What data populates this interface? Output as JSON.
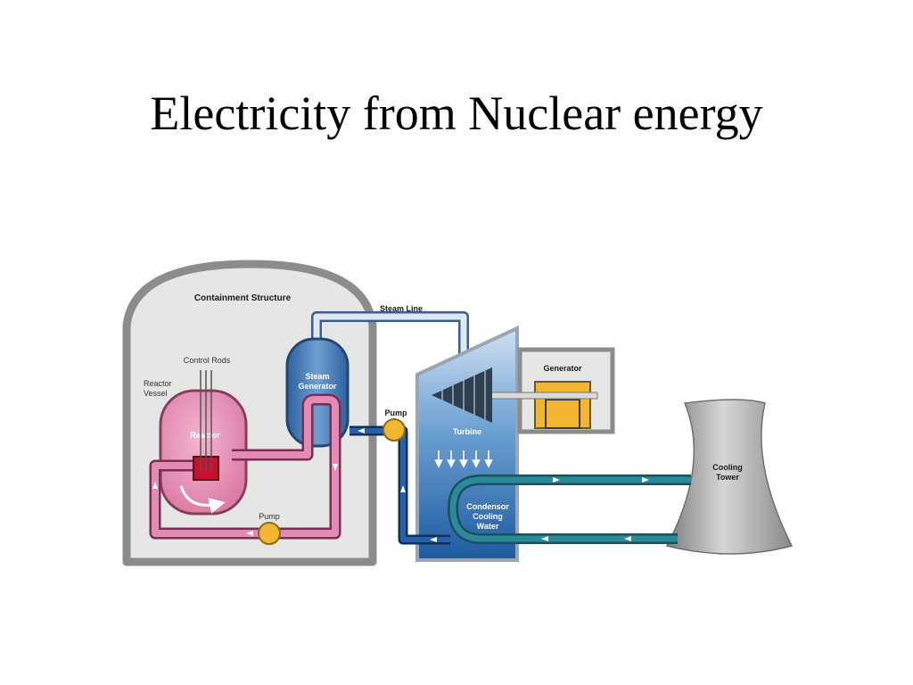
{
  "slide": {
    "title": "Electricity from Nuclear energy"
  },
  "diagram": {
    "labels": {
      "containment": "Containment Structure",
      "steam_line": "Steam Line",
      "control_rods": "Control Rods",
      "reactor_vessel_1": "Reactor",
      "reactor_vessel_2": "Vessel",
      "reactor": "Reactor",
      "steam_gen_1": "Steam",
      "steam_gen_2": "Generator",
      "pump_top": "Pump",
      "pump_bottom": "Pump",
      "turbine": "Turbine",
      "generator": "Generator",
      "condensor_1": "Condensor",
      "condensor_2": "Cooling",
      "condensor_3": "Water",
      "cooling_1": "Cooling",
      "cooling_2": "Tower"
    },
    "colors": {
      "containment_fill": "#e6e6e4",
      "containment_stroke": "#8c8c8c",
      "reactor_fill": "#e28bb5",
      "reactor_loop": "#d77aa4",
      "core": "#c8102e",
      "steam_generator": "#4f83b8",
      "steam_line": "#dfe8f3",
      "water_loop": "#1f4f8f",
      "cooling_loop": "#2a8a9a",
      "pump": "#f2b632",
      "generator": "#f2b632",
      "turbine_dark": "#1e5aa0",
      "turbine_light": "#cfe0f2",
      "tower": "#9a9a9a"
    }
  }
}
